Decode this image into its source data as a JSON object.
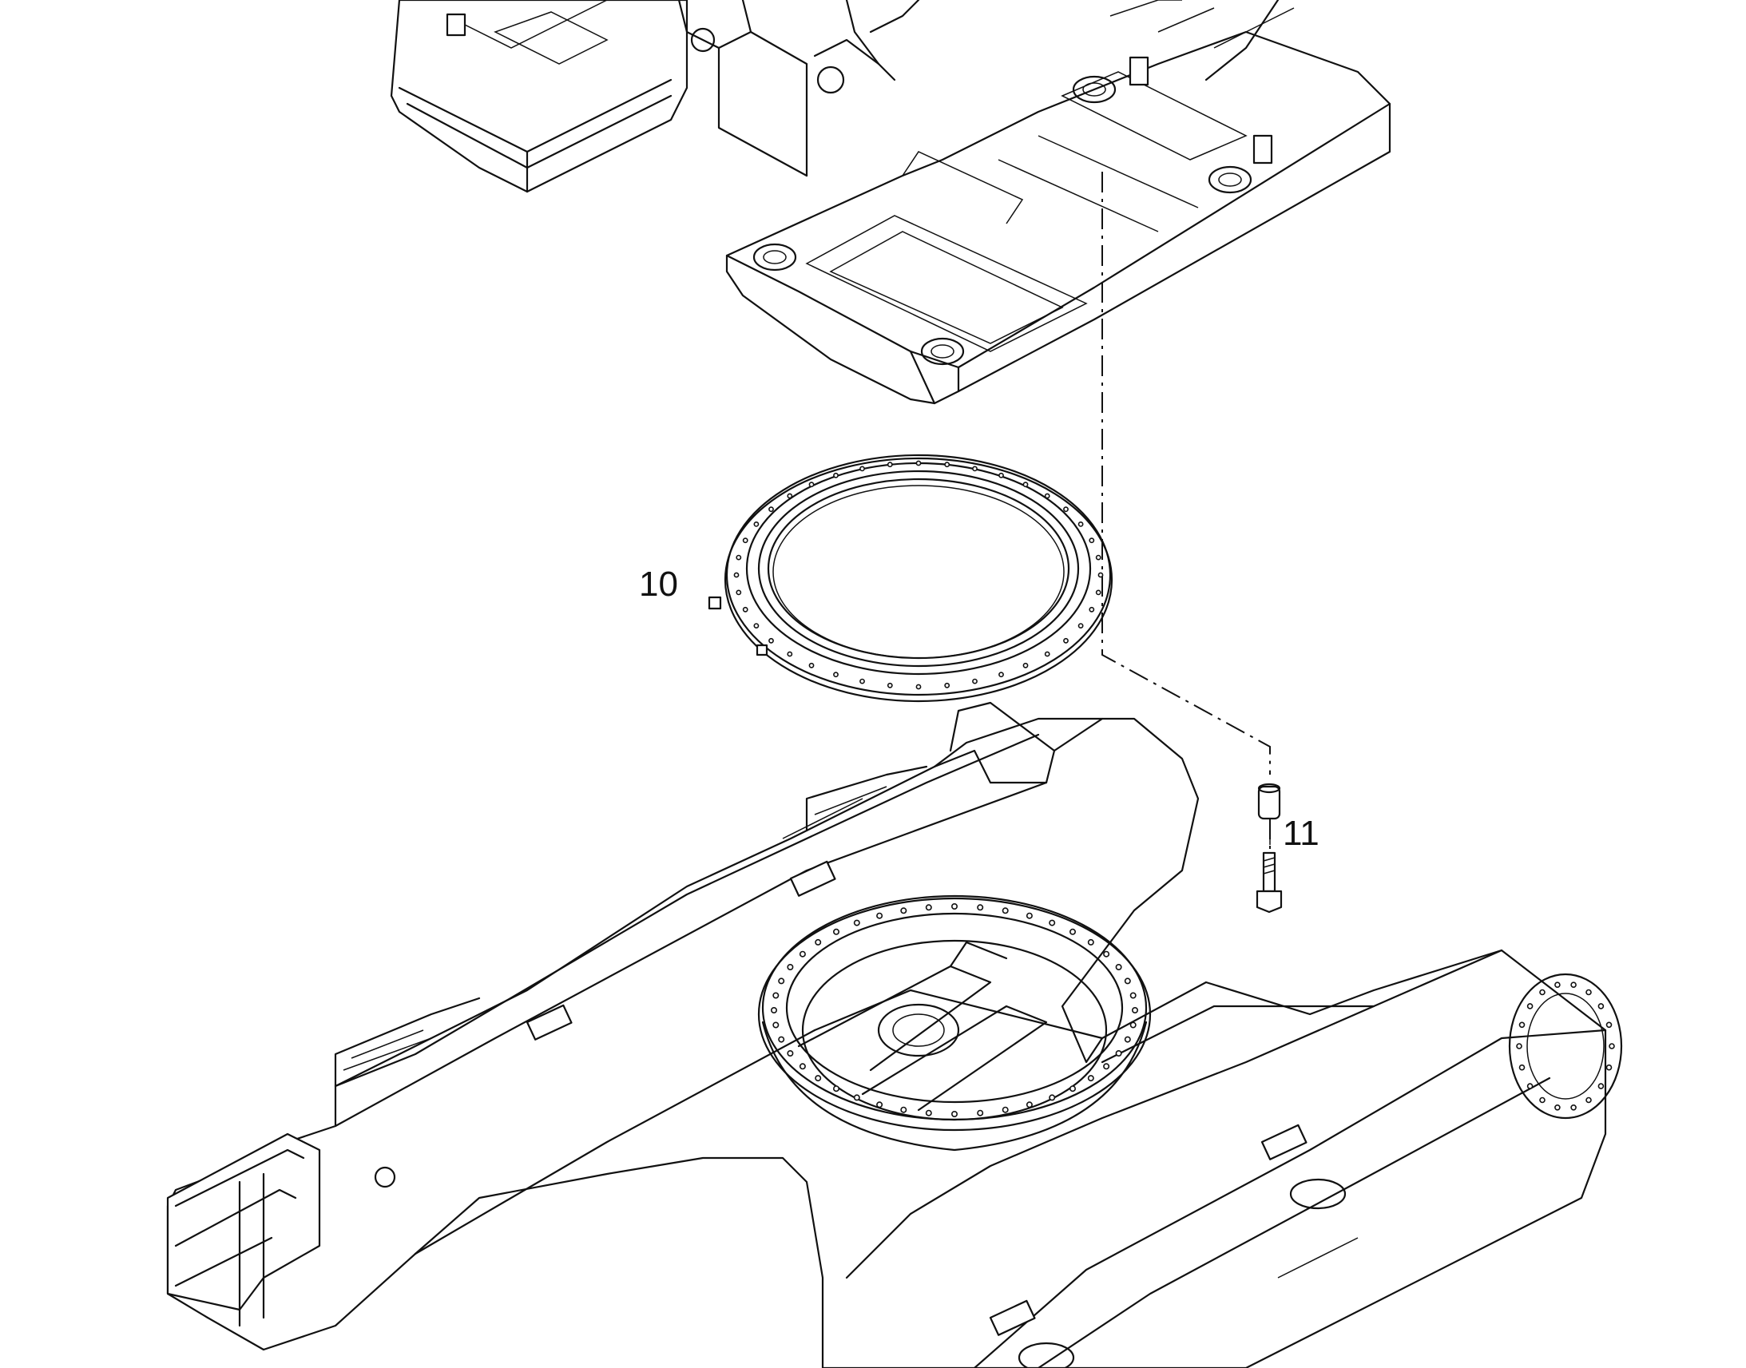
{
  "diagram": {
    "callouts": [
      {
        "id": "10",
        "label": "10"
      },
      {
        "id": "11",
        "label": "11"
      }
    ],
    "colors": {
      "line": "#111111",
      "background": "#ffffff"
    }
  }
}
